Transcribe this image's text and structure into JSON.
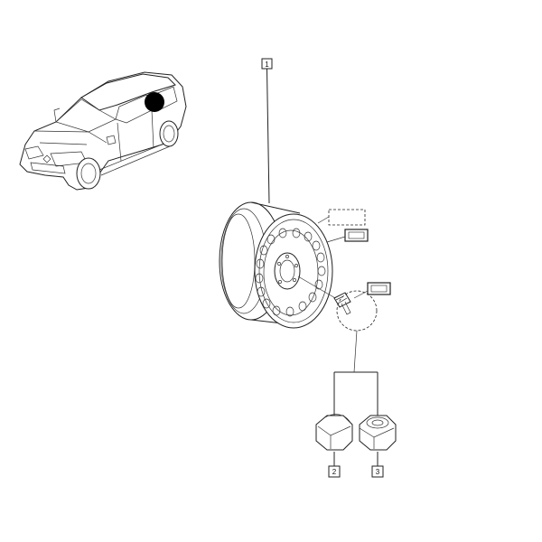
{
  "callouts": {
    "wheel": "1",
    "nut_closed": "2",
    "nut_open": "3"
  },
  "colors": {
    "line": "#222222",
    "highlight_marker": "#000000",
    "background": "#ffffff"
  },
  "icons": {
    "vehicle": "hatchback-car-illustration",
    "location_marker": "black-dot-marker",
    "wheel": "steel-wheel-rim",
    "bolt": "wheel-bolt",
    "nut_closed": "closed-wheel-nut",
    "nut_open": "open-wheel-nut"
  }
}
